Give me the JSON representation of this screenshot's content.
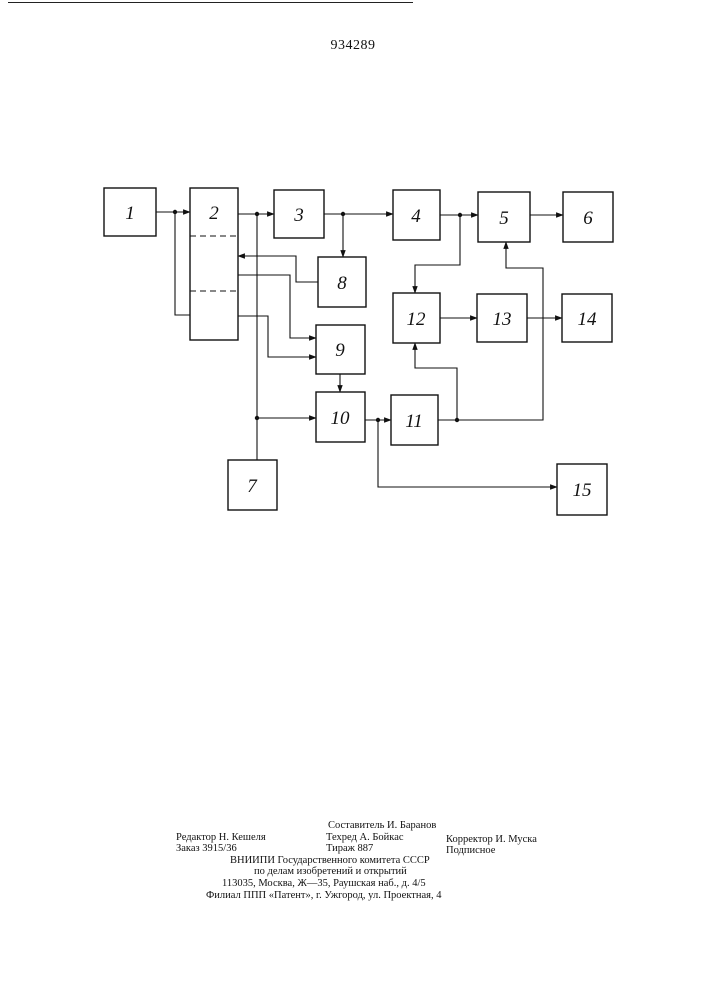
{
  "patent_number": "934289",
  "diagram": {
    "blocks": [
      {
        "id": "1",
        "label": "1"
      },
      {
        "id": "2",
        "label": "2"
      },
      {
        "id": "3",
        "label": "3"
      },
      {
        "id": "4",
        "label": "4"
      },
      {
        "id": "5",
        "label": "5"
      },
      {
        "id": "6",
        "label": "6"
      },
      {
        "id": "7",
        "label": "7"
      },
      {
        "id": "8",
        "label": "8"
      },
      {
        "id": "9",
        "label": "9"
      },
      {
        "id": "10",
        "label": "10"
      },
      {
        "id": "11",
        "label": "11"
      },
      {
        "id": "12",
        "label": "12"
      },
      {
        "id": "13",
        "label": "13"
      },
      {
        "id": "14",
        "label": "14"
      },
      {
        "id": "15",
        "label": "15"
      }
    ]
  },
  "credits": {
    "compiler": "Составитель И. Баранов",
    "editor": "Редактор Н. Кешеля",
    "techred": "Техред А. Бойкас",
    "corrector": "Корректор И. Муска",
    "order": "Заказ 3915/36",
    "circulation": "Тираж 887",
    "subscription": "Подписное",
    "org_line1": "ВНИИПИ  Государственного  комитета  СССР",
    "org_line2": "по  делам  изобретений  и  открытий",
    "address": "113035,  Москва,  Ж—35,  Раушская  наб.,  д.  4/5",
    "branch": "Филиал  ППП  «Патент»,  г.  Ужгород,  ул.  Проектная,  4"
  }
}
